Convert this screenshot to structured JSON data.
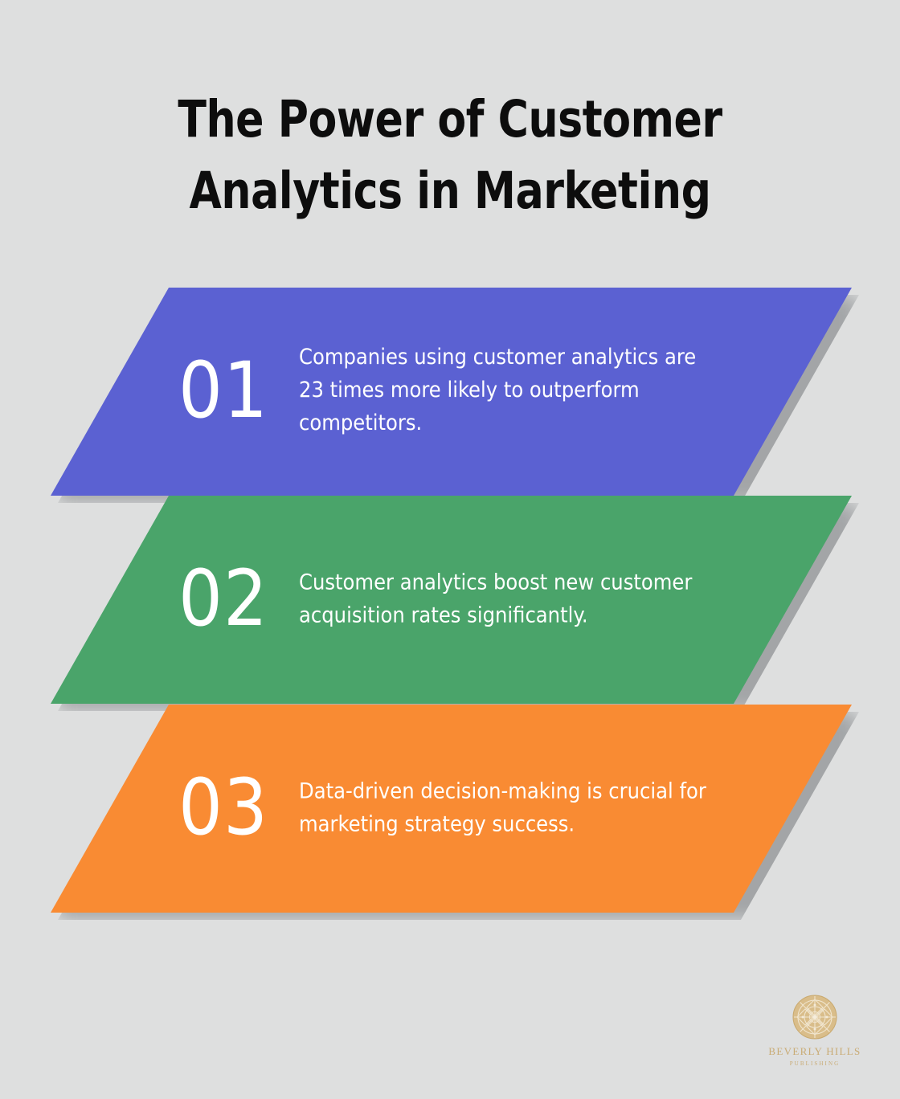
{
  "background_color": "#dedfdf",
  "title": {
    "lines": [
      "The Power of Customer",
      "Analytics in Marketing"
    ],
    "color": "#0d0d0d"
  },
  "bands": [
    {
      "number": "01",
      "text": "Companies using customer analytics are 23 times more likely to outperform competitors.",
      "color": "#5b61d2",
      "text_color": "#ffffff"
    },
    {
      "number": "02",
      "text": "Customer analytics boost new customer acquisition rates significantly.",
      "color": "#4aa46a",
      "text_color": "#ffffff"
    },
    {
      "number": "03",
      "text": "Data-driven decision-making is crucial for marketing strategy success.",
      "color": "#f98b33",
      "text_color": "#ffffff"
    }
  ],
  "logo": {
    "name": "BEVERLY HILLS",
    "subtitle": "PUBLISHING",
    "color": "#c9ab74"
  }
}
